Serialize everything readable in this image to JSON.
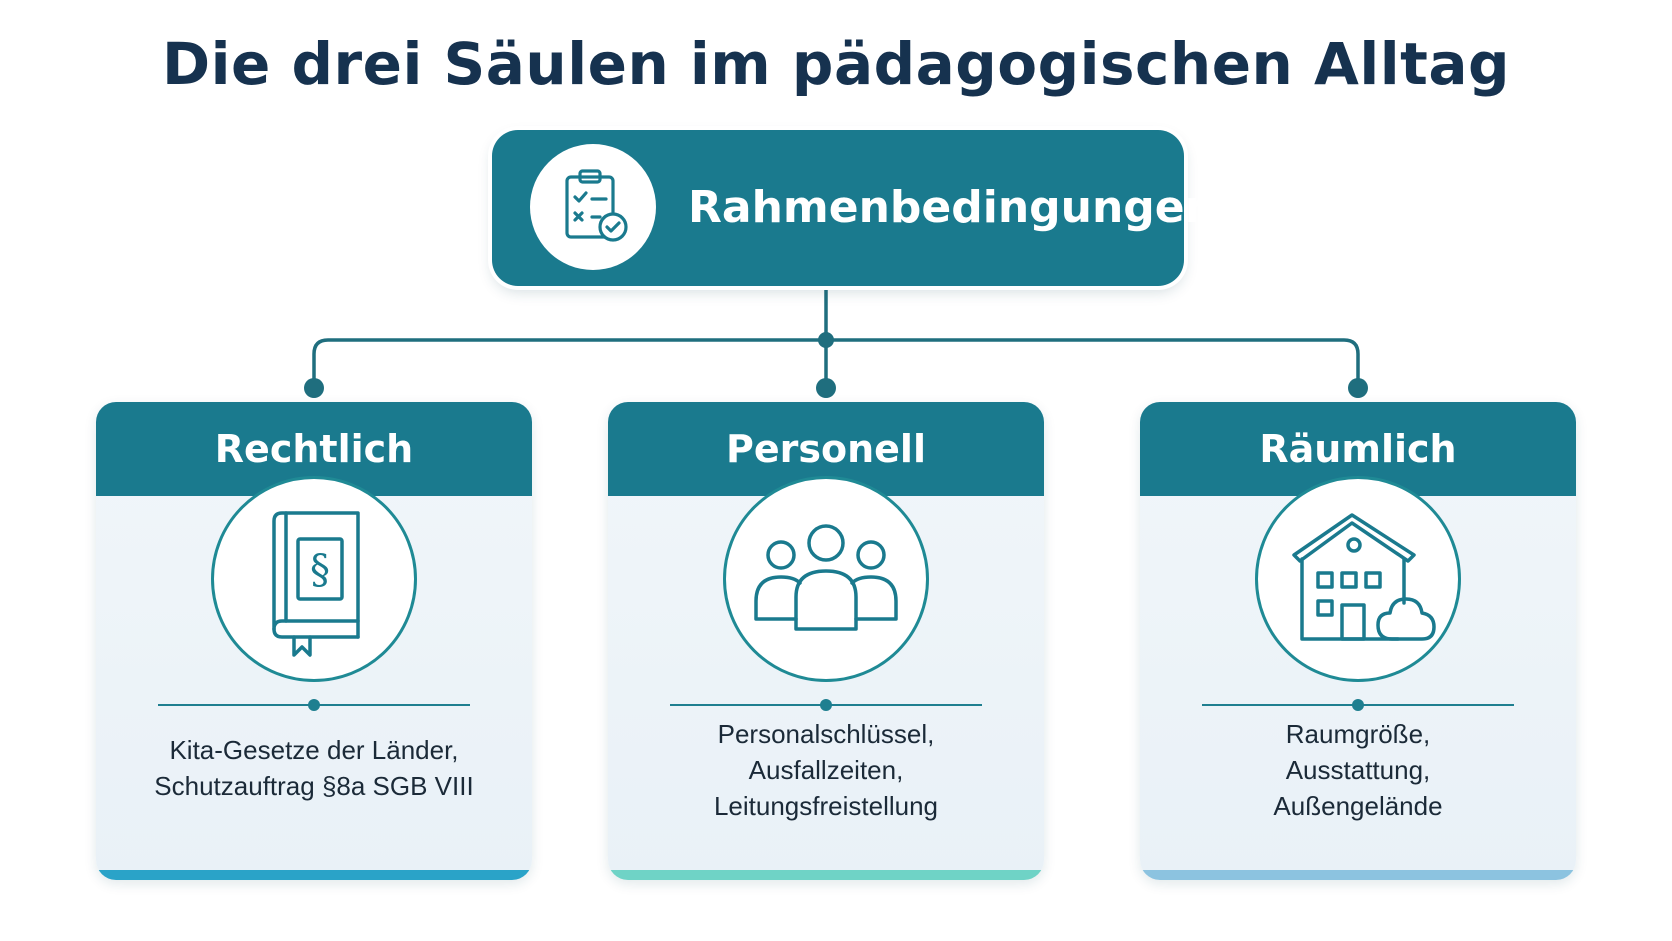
{
  "title": "Die drei Säulen im pädagogischen Alltag",
  "root": {
    "label": "Rahmenbedingungen",
    "icon": "clipboard-check-icon"
  },
  "pillars": [
    {
      "title": "Rechtlich",
      "icon": "law-book-icon",
      "lines": [
        "Kita-Gesetze der Länder,",
        "Schutzauftrag §8a SGB VIII"
      ],
      "accent": "#2aa3c8"
    },
    {
      "title": "Personell",
      "icon": "people-group-icon",
      "lines": [
        "Personalschlüssel,",
        "Ausfallzeiten,",
        "Leitungsfreistellung"
      ],
      "accent": "#6fd3c6"
    },
    {
      "title": "Räumlich",
      "icon": "building-icon",
      "lines": [
        "Raumgröße,",
        "Ausstattung,",
        "Außengelände"
      ],
      "accent": "#8cc3e0"
    }
  ],
  "colors": {
    "primary": "#1a7a8e",
    "title": "#16324f",
    "card_bg": "#eef4f9"
  }
}
